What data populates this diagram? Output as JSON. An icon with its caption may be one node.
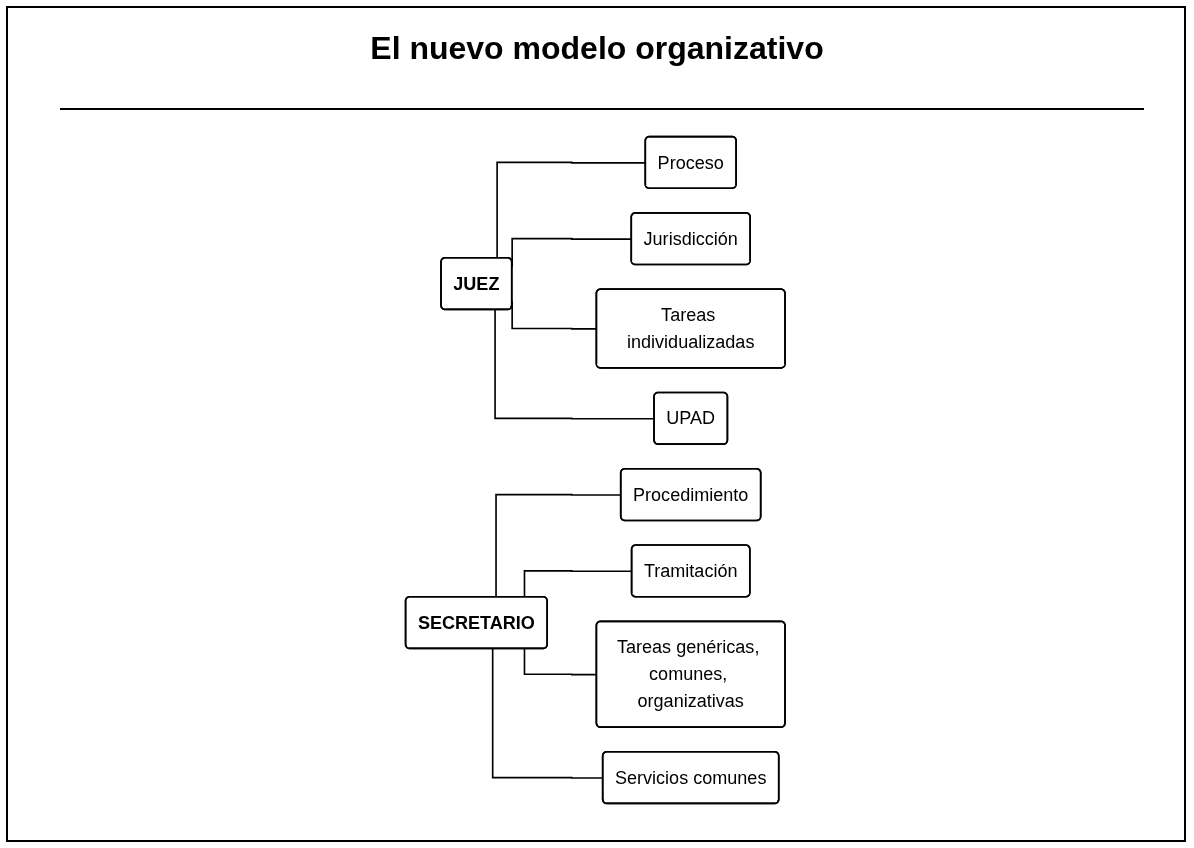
{
  "diagram": {
    "title": "El nuevo modelo organizativo",
    "nodes": [
      {
        "text": [
          "JUEZ"
        ]
      },
      {
        "text": [
          "Proceso"
        ]
      },
      {
        "text": [
          "Jurisdicción"
        ]
      },
      {
        "text": [
          "Tareas individualizadas"
        ]
      },
      {
        "text": [
          "UPAD"
        ]
      },
      {
        "text": [
          "SECRETARIO"
        ]
      },
      {
        "text": [
          "Procedimiento"
        ]
      },
      {
        "text": [
          "Tramitación"
        ]
      },
      {
        "text": [
          "Tareas genéricas, comunes, organizativas"
        ]
      },
      {
        "text": [
          "Servicios comunes"
        ]
      }
    ],
    "edges": [
      {
        "from": 0,
        "to": 1,
        "arrow": "none"
      },
      {
        "from": 0,
        "to": 2,
        "arrow": "none"
      },
      {
        "from": 0,
        "to": 3,
        "arrow": "none"
      },
      {
        "from": 0,
        "to": 4,
        "arrow": "none"
      },
      {
        "from": 5,
        "to": 6,
        "arrow": "none"
      },
      {
        "from": 5,
        "to": 7,
        "arrow": "none"
      },
      {
        "from": 5,
        "to": 8,
        "arrow": "none"
      },
      {
        "from": 5,
        "to": 9,
        "arrow": "none"
      }
    ]
  }
}
